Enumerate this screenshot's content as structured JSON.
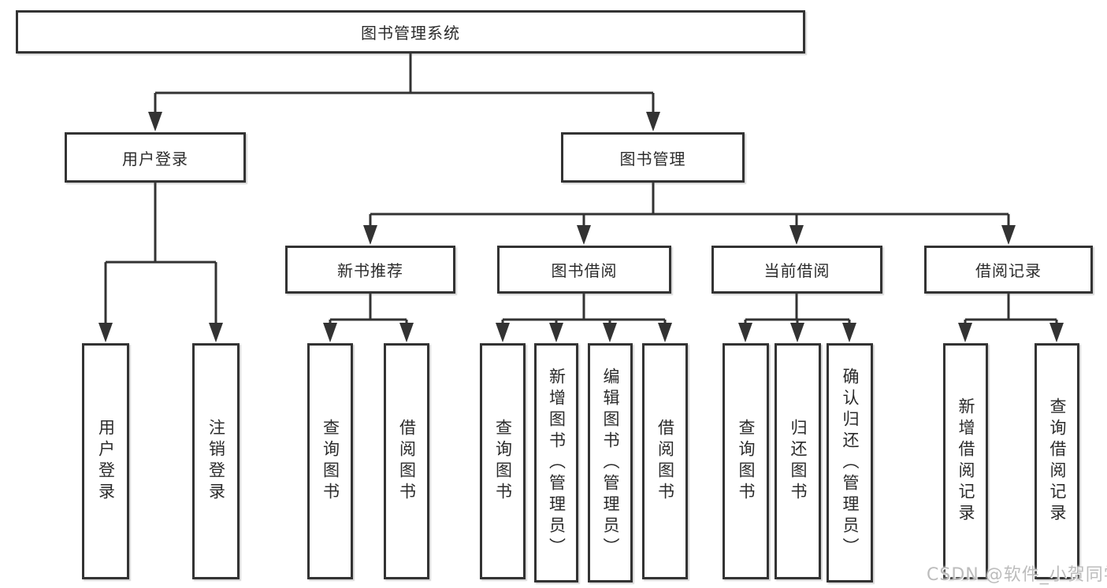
{
  "diagram_type": "hierarchy-tree",
  "nodes": {
    "root": "图书管理系统",
    "user_login": "用户登录",
    "book_mgmt": "图书管理",
    "new_book_rec": "新书推荐",
    "book_borrow": "图书借阅",
    "current_borrow": "当前借阅",
    "borrow_records": "借阅记录",
    "leaf_user_login": "用户登录",
    "leaf_logout": "注销登录",
    "leaf_rec_query": "查询图书",
    "leaf_rec_borrow": "借阅图书",
    "leaf_bb_query": "查询图书",
    "leaf_bb_add": "新增图书（管理员）",
    "leaf_bb_edit": "编辑图书（管理员）",
    "leaf_bb_borrow": "借阅图书",
    "leaf_cb_query": "查询图书",
    "leaf_cb_return": "归还图书",
    "leaf_cb_confirm": "确认归还（管理员）",
    "leaf_br_add": "新增借阅记录",
    "leaf_br_query": "查询借阅记录"
  },
  "hierarchy": {
    "图书管理系统": {
      "用户登录": [
        "用户登录",
        "注销登录"
      ],
      "图书管理": {
        "新书推荐": [
          "查询图书",
          "借阅图书"
        ],
        "图书借阅": [
          "查询图书",
          "新增图书（管理员）",
          "编辑图书（管理员）",
          "借阅图书"
        ],
        "当前借阅": [
          "查询图书",
          "归还图书",
          "确认归还（管理员）"
        ],
        "借阅记录": [
          "新增借阅记录",
          "查询借阅记录"
        ]
      }
    }
  },
  "watermark": "CSDN @软件_小贺同学",
  "colors": {
    "line": "#333333",
    "text": "#2b2b2b",
    "box_background": "#ffffff",
    "watermark": "#bcbcbc",
    "background": "#ffffff"
  }
}
